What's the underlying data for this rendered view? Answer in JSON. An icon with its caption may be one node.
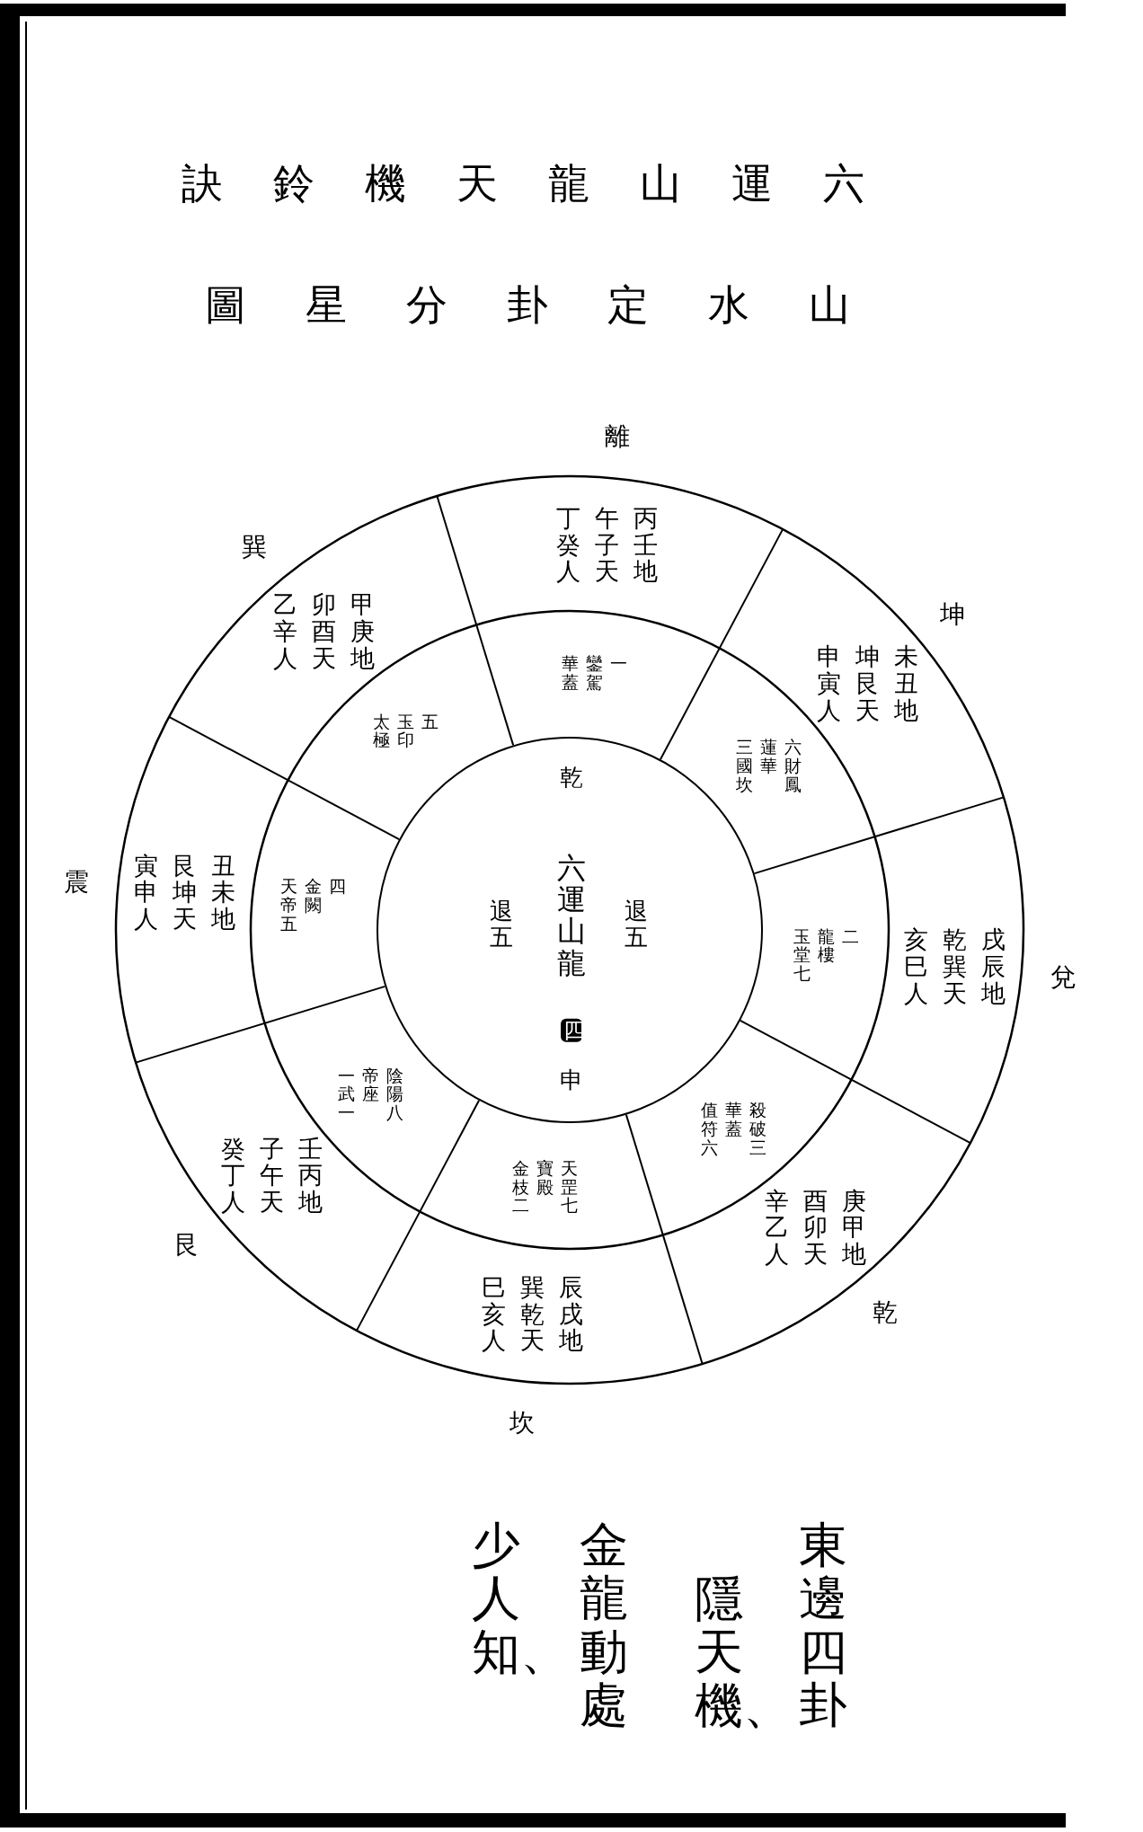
{
  "diagram": {
    "title": "訣鈴機天龍山運六",
    "nodes": [
      {
        "text": [
          "乾",
          "退五",
          "六運山龍",
          "退五",
          "四",
          "申"
        ]
      },
      {
        "text": [
          "華蓋",
          "鑾駕",
          "一"
        ]
      },
      {
        "text": [
          "三國坎",
          "蓮華",
          "六財鳳"
        ]
      },
      {
        "text": [
          "玉堂七",
          "龍樓",
          "二"
        ]
      },
      {
        "text": [
          "值符六",
          "華蓋",
          "殺破三"
        ]
      },
      {
        "text": [
          "金枝二",
          "寶殿",
          "天罡七"
        ]
      },
      {
        "text": [
          "一武一",
          "帝座",
          "陰陽八"
        ]
      },
      {
        "text": [
          "天帝五",
          "金闕",
          "四"
        ]
      },
      {
        "text": [
          "太極",
          "玉印",
          "五"
        ]
      },
      {
        "text": [
          "丁癸人",
          "午子天",
          "丙壬地"
        ],
        "beside": [
          "離"
        ]
      },
      {
        "text": [
          "申寅人",
          "坤艮天",
          "未丑地"
        ],
        "beside": [
          "坤"
        ]
      },
      {
        "text": [
          "亥巳人",
          "乾巽天",
          "戌辰地"
        ],
        "beside": [
          "兌"
        ]
      },
      {
        "text": [
          "辛乙人",
          "酉卯天",
          "庚甲地"
        ],
        "beside": [
          "乾"
        ]
      },
      {
        "text": [
          "巳亥人",
          "巽乾天",
          "辰戌地"
        ],
        "beside": [
          "坎"
        ]
      },
      {
        "text": [
          "癸丁人",
          "子午天",
          "壬丙地"
        ],
        "beside": [
          "艮"
        ]
      },
      {
        "text": [
          "寅申人",
          "艮坤天",
          "丑未地"
        ],
        "beside": [
          "震"
        ]
      },
      {
        "text": [
          "乙辛人",
          "卯酉天",
          "甲庚地"
        ],
        "beside": [
          "巽"
        ]
      }
    ],
    "labels": [
      "圖星分卦定水山",
      "東邊四卦",
      "隱天機、",
      "金龍動處",
      "少人知、"
    ]
  }
}
